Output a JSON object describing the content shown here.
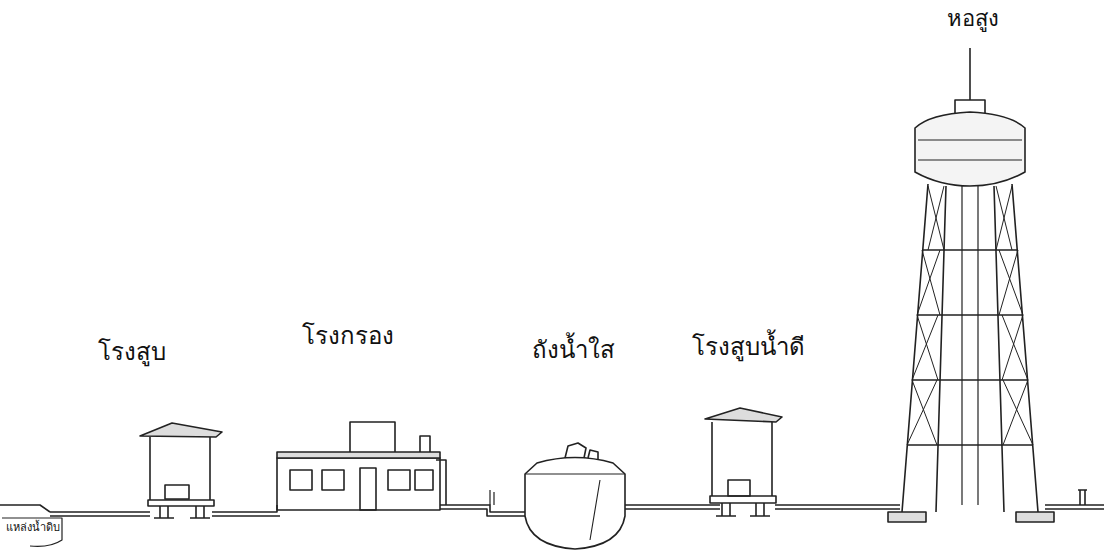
{
  "diagram": {
    "labels": [
      "หอสูง",
      "โรงสูบ",
      "โรงกรอง",
      "ถังน้ำใส",
      "โรงสูบน้ำดี",
      "แหล่งน้ำดิบ"
    ]
  }
}
